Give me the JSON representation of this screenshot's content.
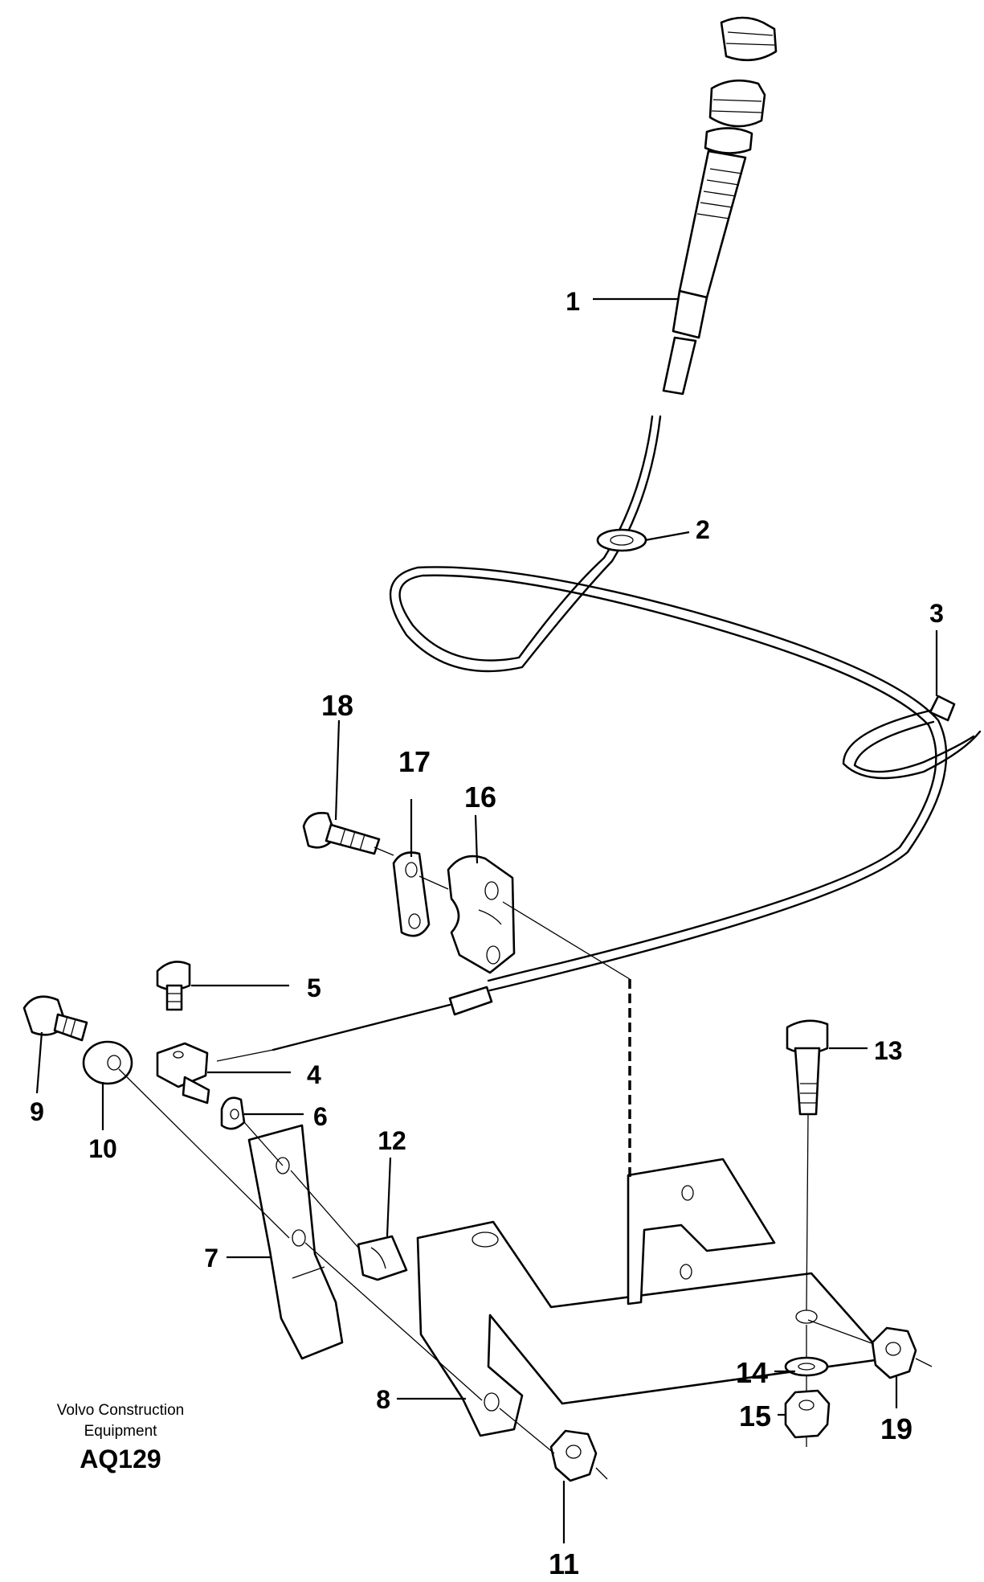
{
  "callouts": {
    "c1": "1",
    "c2": "2",
    "c3": "3",
    "c4": "4",
    "c5": "5",
    "c6": "6",
    "c7": "7",
    "c8": "8",
    "c9": "9",
    "c10": "10",
    "c11": "11",
    "c12": "12",
    "c13": "13",
    "c14": "14",
    "c15": "15",
    "c16": "16",
    "c17": "17",
    "c18": "18",
    "c19": "19"
  },
  "caption": {
    "line1": "Volvo Construction",
    "line2": "Equipment",
    "code": "AQ129"
  }
}
